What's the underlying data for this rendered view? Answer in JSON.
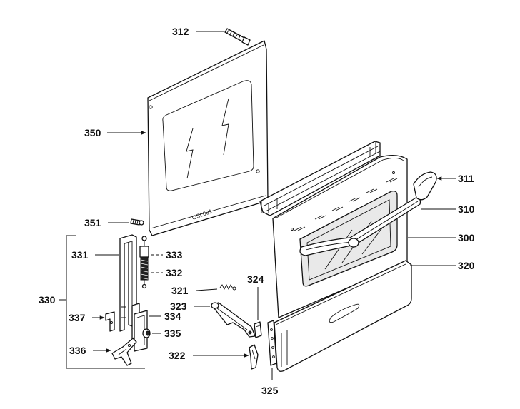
{
  "labels": {
    "l312": "312",
    "l350": "350",
    "l351": "351",
    "l331": "331",
    "l333": "333",
    "l332": "332",
    "l330": "330",
    "l337": "337",
    "l334": "334",
    "l335": "335",
    "l336": "336",
    "l321": "321",
    "l323": "323",
    "l322": "322",
    "l324": "324",
    "l325": "325",
    "l311": "311",
    "l310": "310",
    "l300": "300",
    "l320": "320"
  },
  "glass_marking": "OSL001",
  "colors": {
    "line": "#111111",
    "background": "#ffffff"
  }
}
